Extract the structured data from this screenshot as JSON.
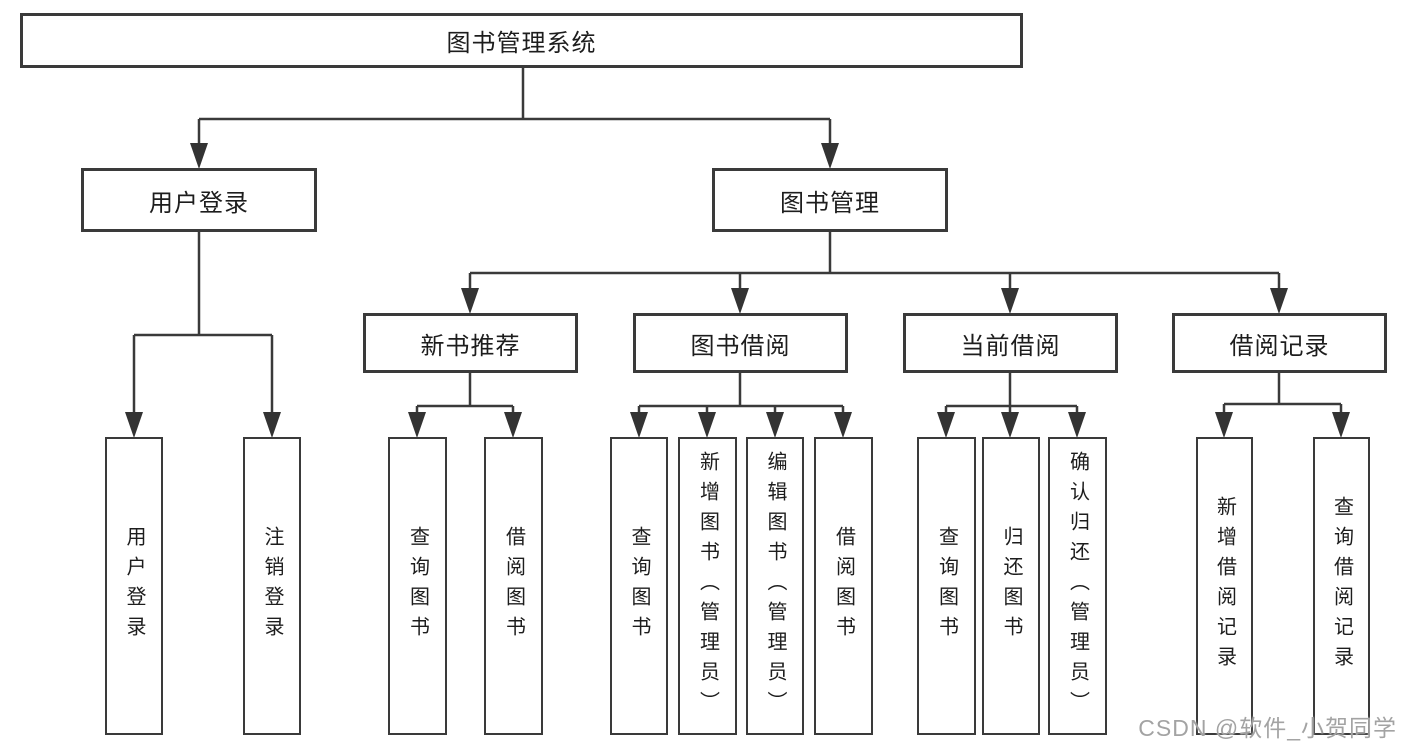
{
  "tree": {
    "root": {
      "label": "图书管理系统",
      "children": [
        {
          "label": "用户登录",
          "children": [
            {
              "label": "用户登录"
            },
            {
              "label": "注销登录"
            }
          ]
        },
        {
          "label": "图书管理",
          "children": [
            {
              "label": "新书推荐",
              "children": [
                {
                  "label": "查询图书"
                },
                {
                  "label": "借阅图书"
                }
              ]
            },
            {
              "label": "图书借阅",
              "children": [
                {
                  "label": "查询图书"
                },
                {
                  "label": "新增图书（管理员）"
                },
                {
                  "label": "编辑图书（管理员）"
                },
                {
                  "label": "借阅图书"
                }
              ]
            },
            {
              "label": "当前借阅",
              "children": [
                {
                  "label": "查询图书"
                },
                {
                  "label": "归还图书"
                },
                {
                  "label": "确认归还（管理员）"
                }
              ]
            },
            {
              "label": "借阅记录",
              "children": [
                {
                  "label": "新增借阅记录"
                },
                {
                  "label": "查询借阅记录"
                }
              ]
            }
          ]
        }
      ]
    }
  },
  "watermark": "CSDN @软件_小贺同学",
  "colors": {
    "line": "#3a3a3a",
    "box_border": "#3a3a3a",
    "box_fill": "#ffffff",
    "text": "#1d1d1d",
    "watermark": "#a3a3a3",
    "background": "#ffffff"
  }
}
